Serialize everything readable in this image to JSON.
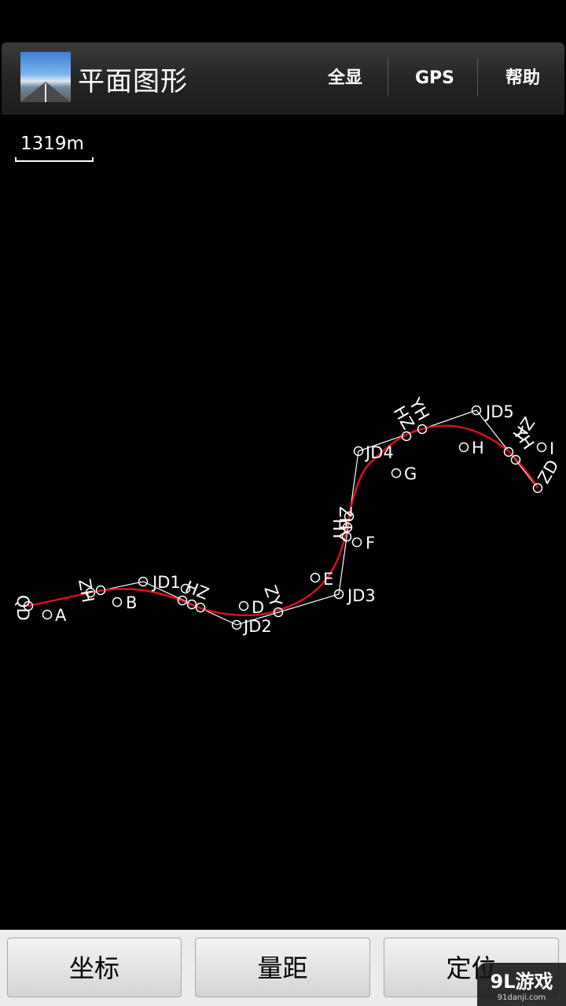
{
  "app": {
    "title": "平面图形",
    "icon": "road-photo-icon"
  },
  "menu": {
    "items": [
      {
        "id": "show-all",
        "label": "全显"
      },
      {
        "id": "gps",
        "label": "GPS"
      },
      {
        "id": "help",
        "label": "帮助"
      }
    ]
  },
  "scale": {
    "label": "1319m"
  },
  "map": {
    "curve_color": "#e0101c",
    "line_color": "#ffffff",
    "points": [
      {
        "label": "QD"
      },
      {
        "label": "A"
      },
      {
        "label": "ZH"
      },
      {
        "label": "B"
      },
      {
        "label": "JD1"
      },
      {
        "label": "HZ"
      },
      {
        "label": "D"
      },
      {
        "label": "JD2"
      },
      {
        "label": "ZY"
      },
      {
        "label": "E"
      },
      {
        "label": "JD3"
      },
      {
        "label": "F"
      },
      {
        "label": "ZH"
      },
      {
        "label": "HY"
      },
      {
        "label": "G"
      },
      {
        "label": "JD4"
      },
      {
        "label": "YH"
      },
      {
        "label": "HZ"
      },
      {
        "label": "H"
      },
      {
        "label": "JD5"
      },
      {
        "label": "YH"
      },
      {
        "label": "HZ"
      },
      {
        "label": "I"
      },
      {
        "label": "ZD"
      }
    ]
  },
  "bottom": {
    "buttons": [
      {
        "id": "coordinates",
        "label": "坐标"
      },
      {
        "id": "measure",
        "label": "量距"
      },
      {
        "id": "locate",
        "label": "定位"
      }
    ]
  },
  "watermark": {
    "main": "9L游戏",
    "sub": "91danji.com"
  }
}
